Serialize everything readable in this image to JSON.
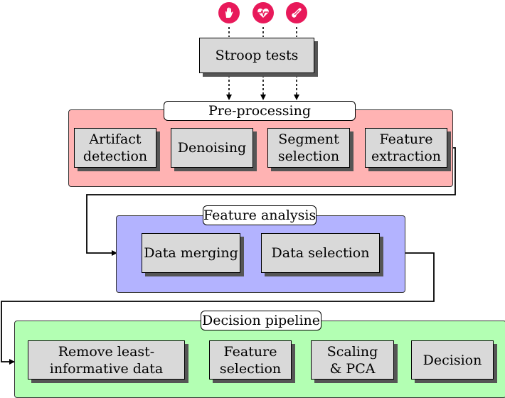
{
  "colors": {
    "icon": "#e8195a",
    "preprocessing_bg": "#ffb3b3",
    "analysis_bg": "#b3b3ff",
    "decision_bg": "#b3ffb3",
    "box_bg": "#d9d9d9"
  },
  "icons": [
    "hand-icon",
    "heart-pulse-icon",
    "thermometer-icon"
  ],
  "top": {
    "stroop": "Stroop tests"
  },
  "preprocessing": {
    "title": "Pre-processing",
    "steps": [
      "Artifact\ndetection",
      "Denoising",
      "Segment\nselection",
      "Feature\nextraction"
    ]
  },
  "analysis": {
    "title": "Feature analysis",
    "steps": [
      "Data merging",
      "Data selection"
    ]
  },
  "decision": {
    "title": "Decision pipeline",
    "steps": [
      "Remove least-\ninformative data",
      "Feature\nselection",
      "Scaling\n& PCA",
      "Decision"
    ]
  }
}
